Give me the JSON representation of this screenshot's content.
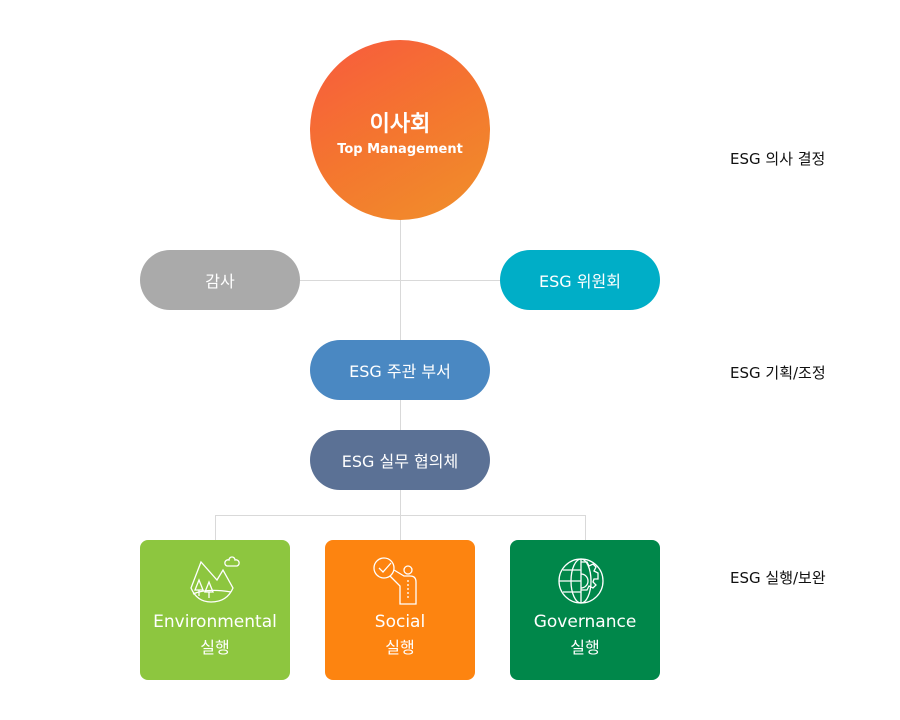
{
  "board": {
    "title": "이사회",
    "subtitle": "Top Management"
  },
  "audit": "감사",
  "committee": "ESG 위원회",
  "dept": "ESG 주관 부서",
  "council": "ESG 실무 협의체",
  "boxes": [
    {
      "title": "Environmental",
      "sub": "실행",
      "color": "#8dc63f",
      "icon": "mountain-tree-icon"
    },
    {
      "title": "Social",
      "sub": "실행",
      "color": "#fd8410",
      "icon": "person-check-icon"
    },
    {
      "title": "Governance",
      "sub": "실행",
      "color": "#00874a",
      "icon": "globe-gear-icon"
    }
  ],
  "side_labels": [
    "ESG 의사 결정",
    "ESG 기획/조정",
    "ESG 실행/보완"
  ],
  "colors": {
    "audit": "#aaaaaa",
    "committee": "#00aec7",
    "dept": "#4a88c2",
    "council": "#5b7195"
  }
}
